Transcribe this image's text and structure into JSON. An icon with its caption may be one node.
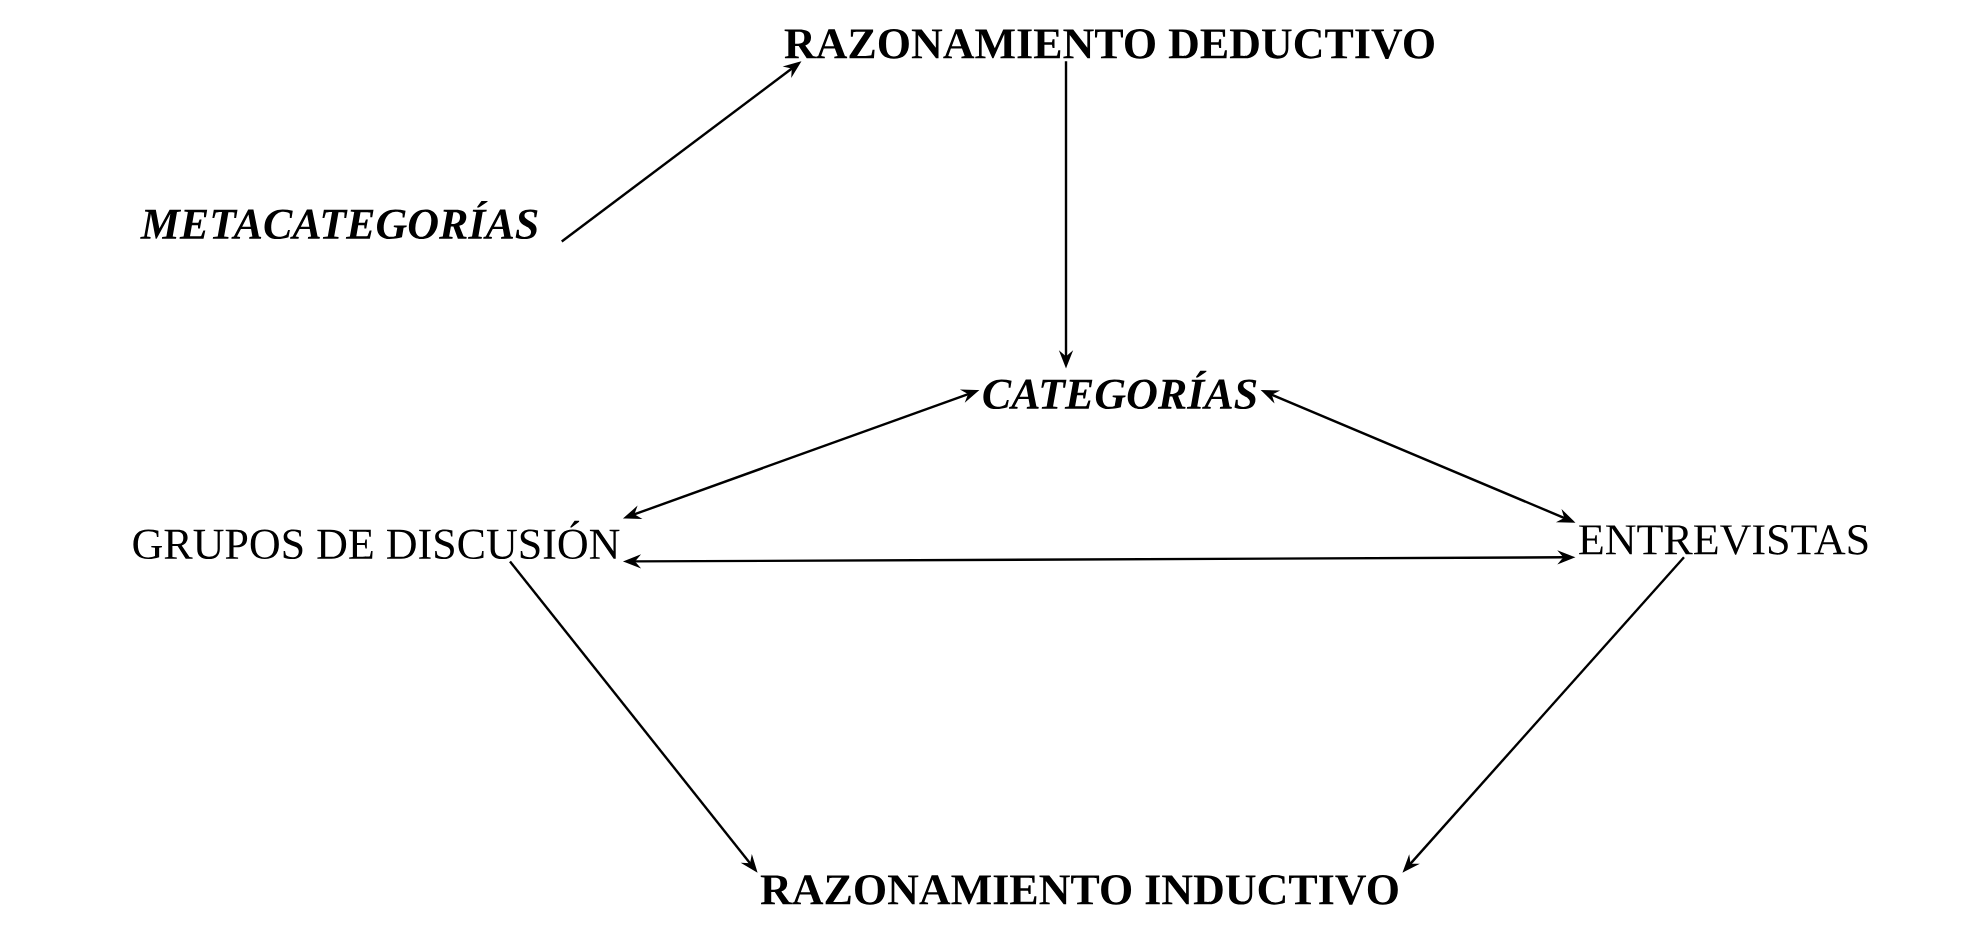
{
  "diagram": {
    "nodes": [
      {
        "text": [
          "RAZONAMIENTO DEDUCTIVO"
        ]
      },
      {
        "text": [
          "METACATEGORÍAS"
        ]
      },
      {
        "text": [
          "CATEGORÍAS"
        ]
      },
      {
        "text": [
          "GRUPOS DE DISCUSIÓN"
        ]
      },
      {
        "text": [
          "ENTREVISTAS"
        ]
      },
      {
        "text": [
          "RAZONAMIENTO INDUCTIVO"
        ]
      }
    ],
    "edges": [
      {
        "from": 1,
        "to": 0,
        "arrow": "to"
      },
      {
        "from": 0,
        "to": 2,
        "arrow": "to"
      },
      {
        "from": 2,
        "to": 3,
        "arrow": "both"
      },
      {
        "from": 2,
        "to": 4,
        "arrow": "both"
      },
      {
        "from": 3,
        "to": 4,
        "arrow": "both"
      },
      {
        "from": 3,
        "to": 5,
        "arrow": "to"
      },
      {
        "from": 4,
        "to": 5,
        "arrow": "to"
      }
    ]
  }
}
